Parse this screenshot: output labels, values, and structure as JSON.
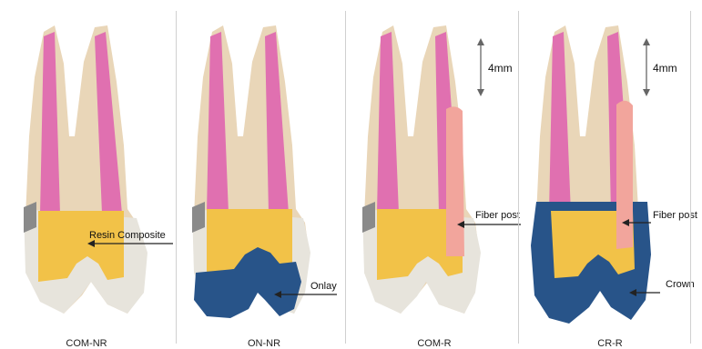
{
  "panels": [
    {
      "caption": "COM-NR",
      "label": "Resin Composite",
      "restoration": "composite"
    },
    {
      "caption": "ON-NR",
      "label": "Onlay",
      "restoration": "onlay"
    },
    {
      "caption": "COM-R",
      "label": "Fiber post",
      "dimension": "4mm",
      "restoration": "composite-post"
    },
    {
      "caption": "CR-R",
      "label": "Fiber post",
      "label2": "Crown",
      "dimension": "4mm",
      "restoration": "crown-post"
    }
  ],
  "colors": {
    "tooth_root": "#e9d6b8",
    "tooth_crown": "#e7e4dc",
    "canal": "#e070b0",
    "composite": "#f2c248",
    "fiber_post": "#f2a59c",
    "onlay_crown": "#285489",
    "enamel_edge": "#8a8a8a"
  }
}
